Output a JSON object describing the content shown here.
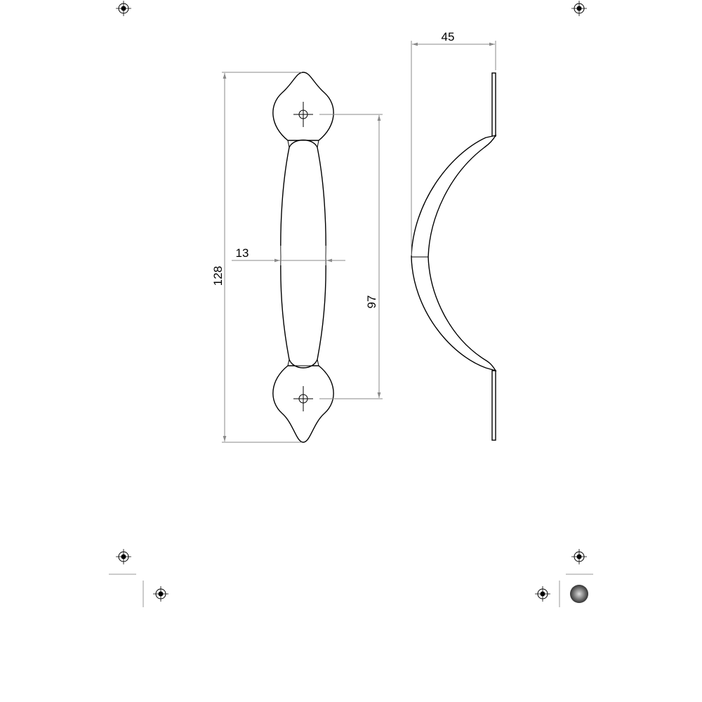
{
  "drawing": {
    "dimensions": {
      "overall_length": "128",
      "hole_spacing": "97",
      "grip_width": "13",
      "projection": "45"
    },
    "colors": {
      "line": "#000000",
      "dimension": "#8a8a8a"
    }
  }
}
